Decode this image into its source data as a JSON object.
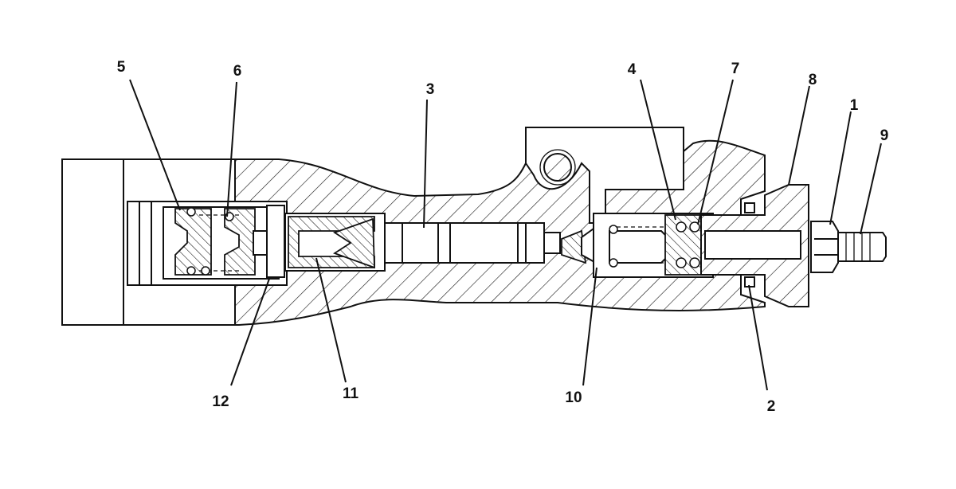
{
  "diagram": {
    "callouts": [
      {
        "id": "callout-1",
        "label": "1"
      },
      {
        "id": "callout-2",
        "label": "2"
      },
      {
        "id": "callout-3",
        "label": "3"
      },
      {
        "id": "callout-4",
        "label": "4"
      },
      {
        "id": "callout-5",
        "label": "5"
      },
      {
        "id": "callout-6",
        "label": "6"
      },
      {
        "id": "callout-7",
        "label": "7"
      },
      {
        "id": "callout-8",
        "label": "8"
      },
      {
        "id": "callout-9",
        "label": "9"
      },
      {
        "id": "callout-10",
        "label": "10"
      },
      {
        "id": "callout-11",
        "label": "11"
      },
      {
        "id": "callout-12",
        "label": "12"
      }
    ],
    "colors": {
      "ink": "#111111",
      "paper": "#ffffff"
    }
  }
}
